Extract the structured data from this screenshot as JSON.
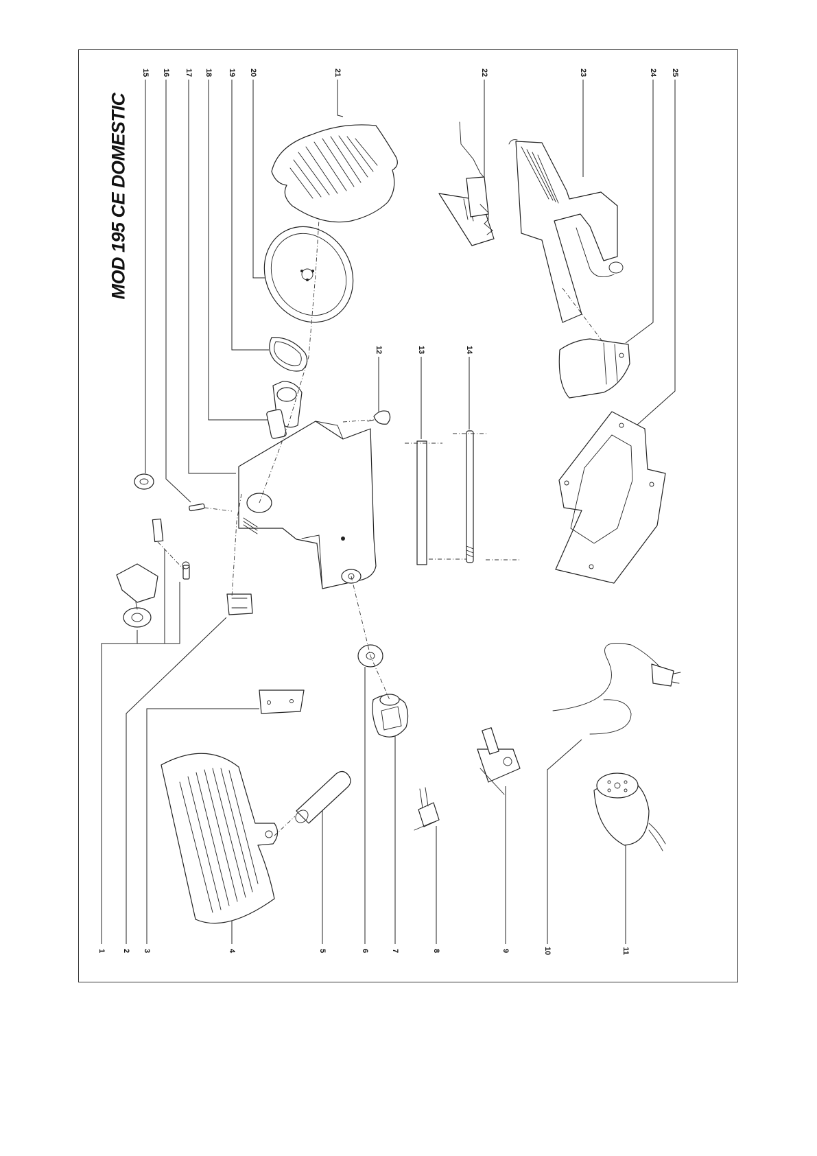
{
  "title": "MOD 195 CE DOMESTIC",
  "part_numbers": [
    "1",
    "2",
    "3",
    "4",
    "5",
    "6",
    "7",
    "8",
    "9",
    "10",
    "11",
    "12",
    "13",
    "14",
    "15",
    "16",
    "17",
    "18",
    "19",
    "20",
    "21",
    "22",
    "23",
    "24",
    "25"
  ]
}
